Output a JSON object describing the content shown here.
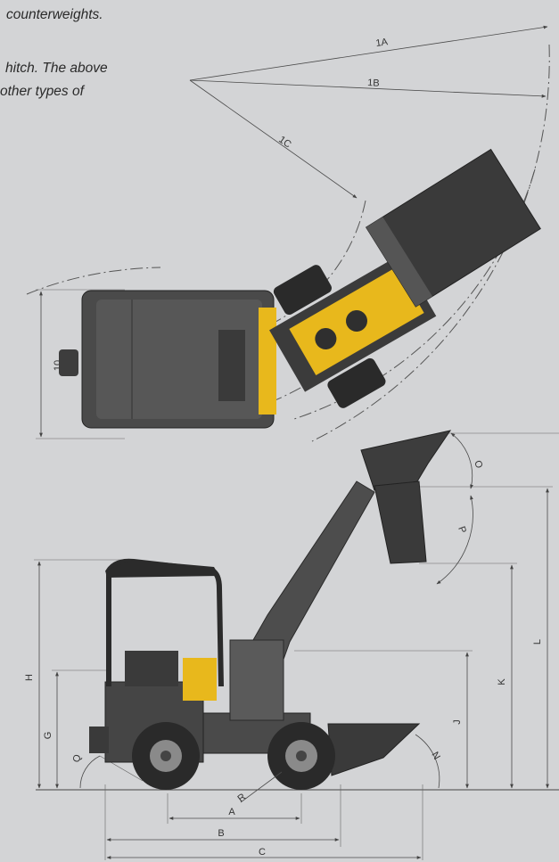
{
  "caption": {
    "line1": "counterweights.",
    "line2": "hitch. The above",
    "line3": "other types of"
  },
  "dimensions": {
    "top_view": [
      "1A",
      "1B",
      "1C",
      "10"
    ],
    "side_view": [
      "O",
      "P",
      "L",
      "K",
      "J",
      "H",
      "G",
      "Q",
      "N",
      "R",
      "A",
      "B",
      "C"
    ]
  },
  "colors": {
    "background": "#d3d4d6",
    "machine_body": "#454545",
    "accent_yellow": "#e8b81c",
    "tire": "#2a2a2a",
    "rim": "#8a8a8a"
  }
}
